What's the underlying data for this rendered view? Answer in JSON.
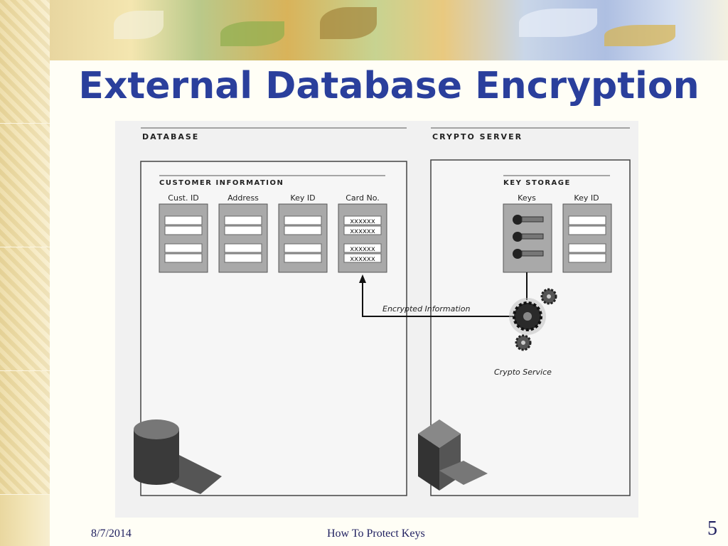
{
  "slide": {
    "title": "External Database Encryption",
    "footer_date": "8/7/2014",
    "footer_title": "How To Protect Keys",
    "slide_number": "5"
  },
  "diagram": {
    "database_label": "DATABASE",
    "crypto_server_label": "CRYPTO SERVER",
    "customer_info_label": "CUSTOMER INFORMATION",
    "customer_columns": [
      "Cust. ID",
      "Address",
      "Key ID",
      "Card No."
    ],
    "card_values": [
      "xxxxxx",
      "xxxxxx",
      "xxxxxx",
      "xxxxxx"
    ],
    "key_storage_label": "KEY STORAGE",
    "key_columns": [
      "Keys",
      "Key ID"
    ],
    "arrow_label": "Encrypted Information",
    "service_label": "Crypto Service"
  },
  "icons": [
    "key-icon",
    "gear-icon",
    "database-cylinder-icon",
    "server-cube-icon"
  ]
}
